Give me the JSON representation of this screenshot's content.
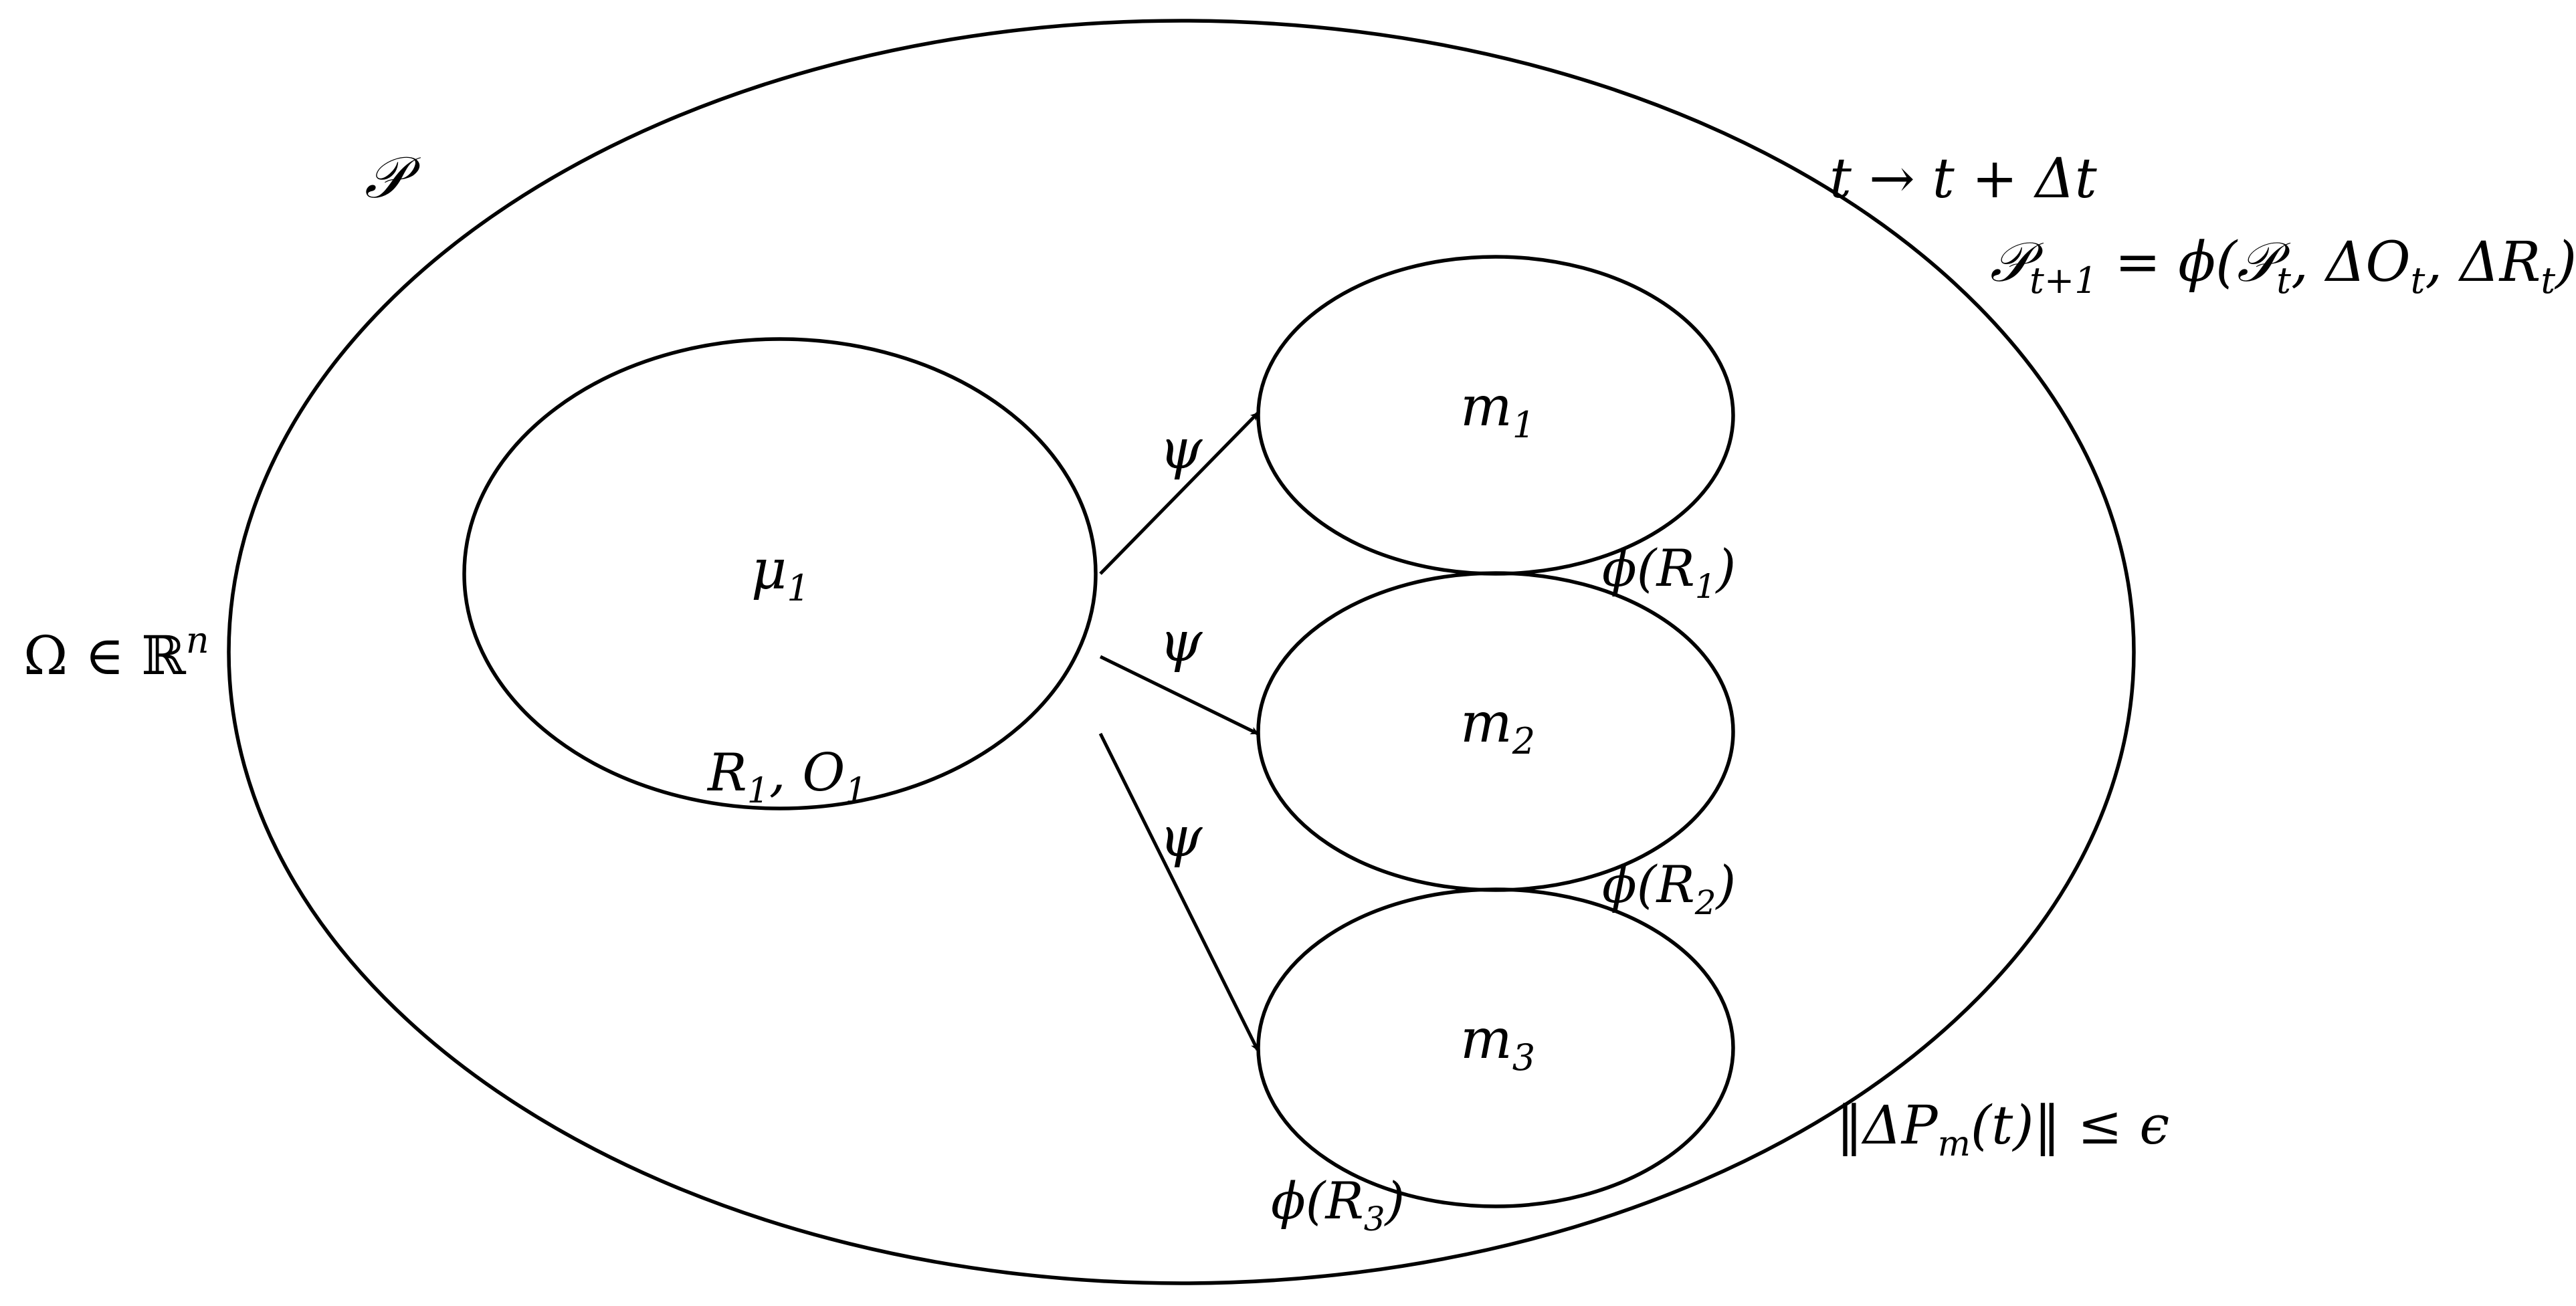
{
  "diagram": {
    "outer_set": {
      "symbol": "𝒫"
    },
    "space_label": {
      "base": "Ω ∈ ℝ",
      "sup": "n"
    },
    "time_label": "t → t + Δt",
    "update_rule": {
      "lhs": "𝒫",
      "lhs_sub": "t+1",
      "eq": " = ϕ(𝒫",
      "s1": "t",
      "mid1": ", ΔO",
      "s2": "t",
      "mid2": ", ΔR",
      "s3": "t",
      "end": ")"
    },
    "bound": {
      "main": "‖ΔP",
      "sub": "m",
      "rest": "(t)‖ ≤ ϵ"
    },
    "source": {
      "name": "μ",
      "name_sub": "1",
      "attrs": {
        "a": "R",
        "a_sub": "1",
        "sep": ", O",
        "b_sub": "1"
      }
    },
    "edge_label": "ψ",
    "targets": [
      {
        "name": "m",
        "sub": "1",
        "phi": "ϕ(R",
        "phi_sub": "1",
        "close": ")"
      },
      {
        "name": "m",
        "sub": "2",
        "phi": "ϕ(R",
        "phi_sub": "2",
        "close": ")"
      },
      {
        "name": "m",
        "sub": "3",
        "phi": "ϕ(R",
        "phi_sub": "3",
        "close": ")"
      }
    ]
  }
}
